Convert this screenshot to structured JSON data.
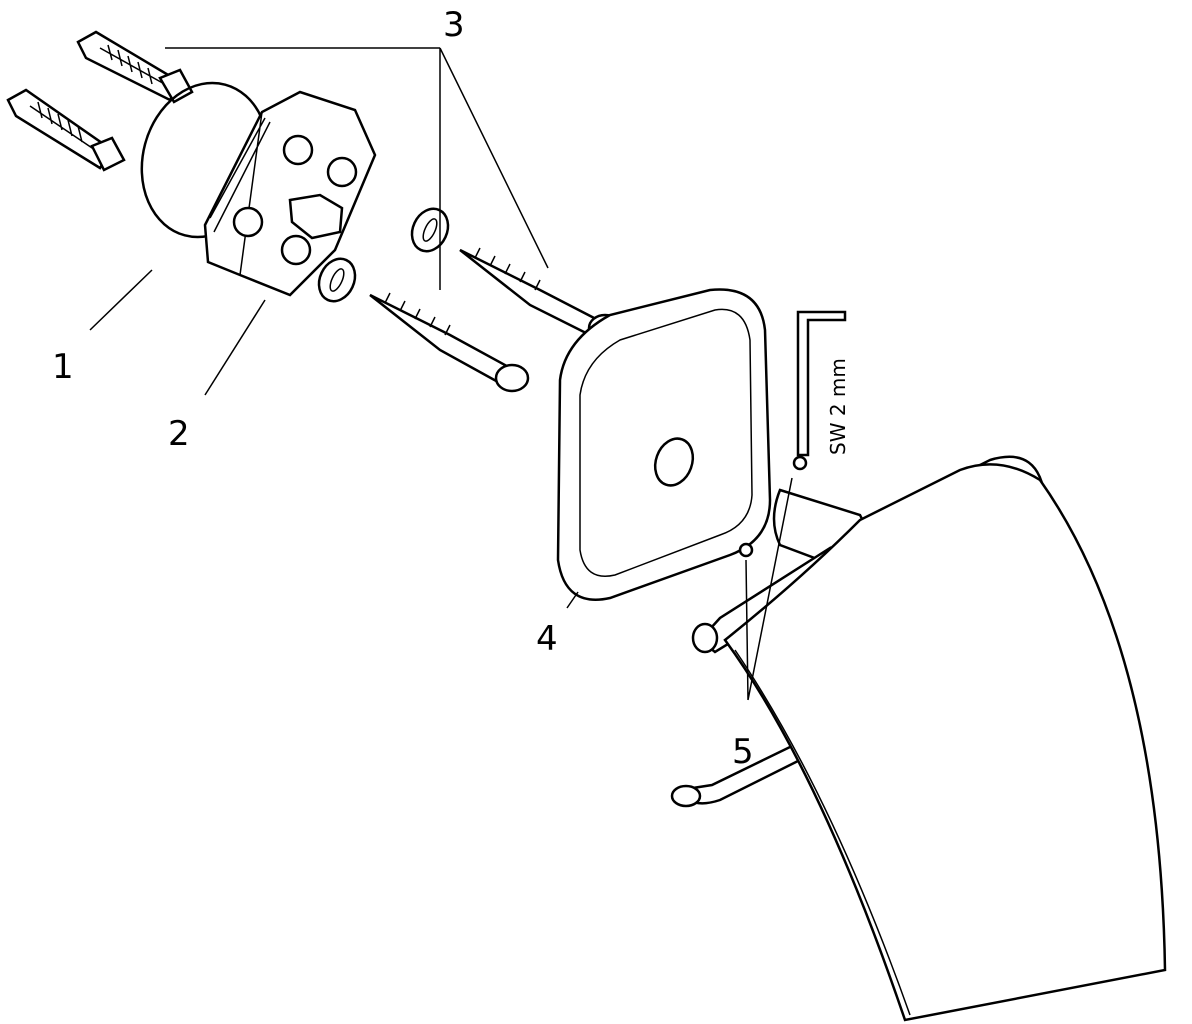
{
  "diagram": {
    "type": "exploded-assembly",
    "callouts": [
      {
        "id": "1",
        "label": "1"
      },
      {
        "id": "2",
        "label": "2"
      },
      {
        "id": "3",
        "label": "3"
      },
      {
        "id": "4",
        "label": "4"
      },
      {
        "id": "5",
        "label": "5"
      }
    ],
    "tool_note": "SW 2 mm"
  }
}
